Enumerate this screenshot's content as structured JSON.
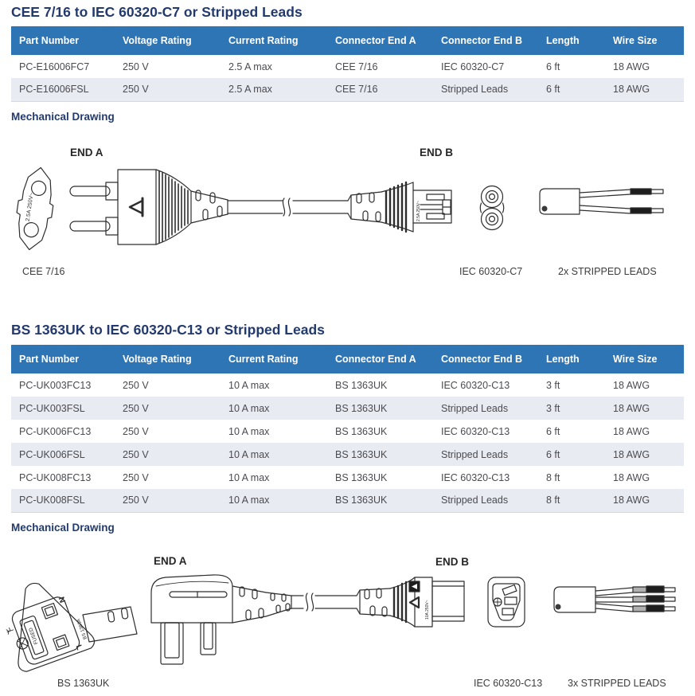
{
  "colors": {
    "accent_navy": "#233a6e",
    "table_header_blue": "#2e75b6",
    "table_row_alt": "#e9ebf2",
    "body_text": "#404040",
    "drawing_line": "#2d2d2d"
  },
  "sections": [
    {
      "title": "CEE 7/16 to IEC 60320-C7 or Stripped Leads",
      "mech_heading": "Mechanical Drawing",
      "end_a": "END A",
      "end_b": "END B",
      "caption_a": "CEE 7/16",
      "caption_b": "IEC 60320-C7",
      "caption_c": "2x STRIPPED LEADS",
      "markings": {
        "face": "2.5A 250V~",
        "c7_body": "2.5A 250V~"
      },
      "table": {
        "headers": [
          "Part Number",
          "Voltage Rating",
          "Current Rating",
          "Connector End A",
          "Connector End B",
          "Length",
          "Wire Size"
        ],
        "rows": [
          [
            "PC-E16006FC7",
            "250 V",
            "2.5 A max",
            "CEE 7/16",
            "IEC 60320-C7",
            "6 ft",
            "18 AWG"
          ],
          [
            "PC-E16006FSL",
            "250 V",
            "2.5 A max",
            "CEE 7/16",
            "Stripped Leads",
            "6 ft",
            "18 AWG"
          ]
        ]
      }
    },
    {
      "title": "BS 1363UK to IEC 60320-C13 or Stripped Leads",
      "mech_heading": "Mechanical Drawing",
      "end_a": "END A",
      "end_b": "END B",
      "caption_a": "BS 1363UK",
      "caption_b": "IEC 60320-C13",
      "caption_c": "3x STRIPPED LEADS",
      "markings": {
        "fuse": "FUSED",
        "neutral": "N",
        "live": "L",
        "standard": "BS 1363A",
        "c13_body": "10A 250V~"
      },
      "table": {
        "headers": [
          "Part Number",
          "Voltage Rating",
          "Current Rating",
          "Connector End A",
          "Connector End B",
          "Length",
          "Wire Size"
        ],
        "rows": [
          [
            "PC-UK003FC13",
            "250 V",
            "10 A max",
            "BS 1363UK",
            "IEC 60320-C13",
            "3 ft",
            "18 AWG"
          ],
          [
            "PC-UK003FSL",
            "250 V",
            "10 A max",
            "BS 1363UK",
            "Stripped Leads",
            "3 ft",
            "18 AWG"
          ],
          [
            "PC-UK006FC13",
            "250 V",
            "10 A max",
            "BS 1363UK",
            "IEC 60320-C13",
            "6 ft",
            "18 AWG"
          ],
          [
            "PC-UK006FSL",
            "250 V",
            "10 A max",
            "BS 1363UK",
            "Stripped Leads",
            "6 ft",
            "18 AWG"
          ],
          [
            "PC-UK008FC13",
            "250 V",
            "10 A max",
            "BS 1363UK",
            "IEC 60320-C13",
            "8 ft",
            "18 AWG"
          ],
          [
            "PC-UK008FSL",
            "250 V",
            "10 A max",
            "BS 1363UK",
            "Stripped Leads",
            "8 ft",
            "18 AWG"
          ]
        ]
      }
    }
  ]
}
